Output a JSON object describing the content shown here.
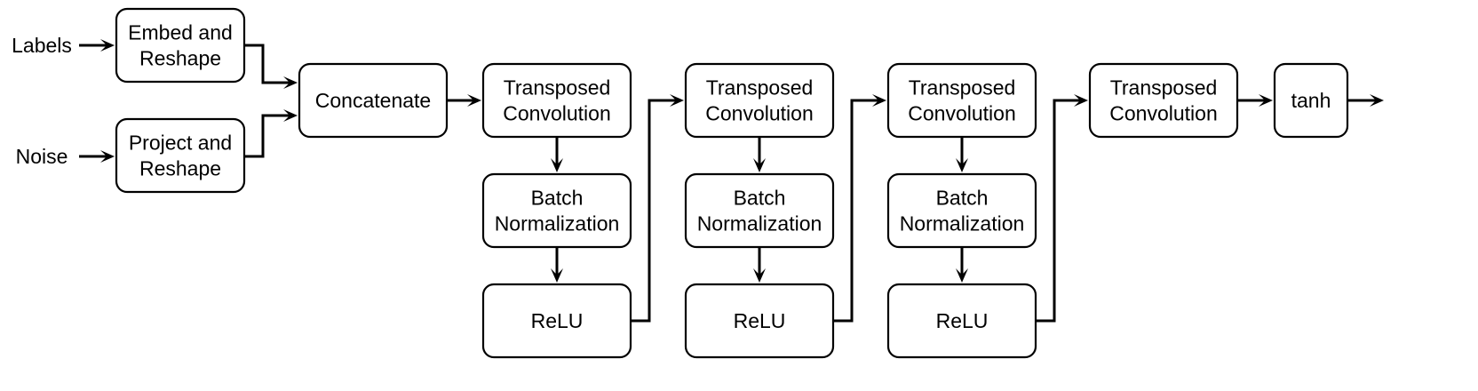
{
  "diagram": {
    "inputs": [
      {
        "id": "labels",
        "label": "Labels"
      },
      {
        "id": "noise",
        "label": "Noise"
      }
    ],
    "nodes": [
      {
        "id": "embed",
        "lines": [
          "Embed and",
          "Reshape"
        ]
      },
      {
        "id": "project",
        "lines": [
          "Project and",
          "Reshape"
        ]
      },
      {
        "id": "concat",
        "lines": [
          "Concatenate"
        ]
      },
      {
        "id": "tconv1",
        "lines": [
          "Transposed",
          "Convolution"
        ]
      },
      {
        "id": "bn1",
        "lines": [
          "Batch",
          "Normalization"
        ]
      },
      {
        "id": "relu1",
        "lines": [
          "ReLU"
        ]
      },
      {
        "id": "tconv2",
        "lines": [
          "Transposed",
          "Convolution"
        ]
      },
      {
        "id": "bn2",
        "lines": [
          "Batch",
          "Normalization"
        ]
      },
      {
        "id": "relu2",
        "lines": [
          "ReLU"
        ]
      },
      {
        "id": "tconv3",
        "lines": [
          "Transposed",
          "Convolution"
        ]
      },
      {
        "id": "bn3",
        "lines": [
          "Batch",
          "Normalization"
        ]
      },
      {
        "id": "relu3",
        "lines": [
          "ReLU"
        ]
      },
      {
        "id": "tconv4",
        "lines": [
          "Transposed",
          "Convolution"
        ]
      },
      {
        "id": "tanh",
        "lines": [
          "tanh"
        ]
      }
    ],
    "edges": [
      {
        "from": "labels",
        "to": "embed"
      },
      {
        "from": "noise",
        "to": "project"
      },
      {
        "from": "embed",
        "to": "concat"
      },
      {
        "from": "project",
        "to": "concat"
      },
      {
        "from": "concat",
        "to": "tconv1"
      },
      {
        "from": "tconv1",
        "to": "bn1"
      },
      {
        "from": "bn1",
        "to": "relu1"
      },
      {
        "from": "relu1",
        "to": "tconv2"
      },
      {
        "from": "tconv2",
        "to": "bn2"
      },
      {
        "from": "bn2",
        "to": "relu2"
      },
      {
        "from": "relu2",
        "to": "tconv3"
      },
      {
        "from": "tconv3",
        "to": "bn3"
      },
      {
        "from": "bn3",
        "to": "relu3"
      },
      {
        "from": "relu3",
        "to": "tconv4"
      },
      {
        "from": "tconv4",
        "to": "tanh"
      },
      {
        "from": "tanh",
        "to": "output"
      }
    ]
  }
}
